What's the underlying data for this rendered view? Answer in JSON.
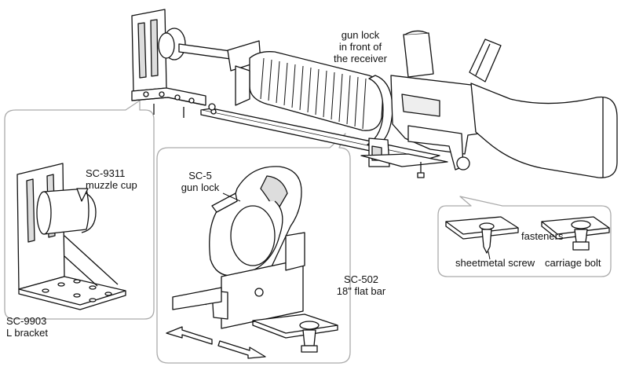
{
  "labels": {
    "gun_lock_line1": "gun lock",
    "gun_lock_line2": "in front of",
    "gun_lock_line3": "the receiver",
    "muzzle_cup_code": "SC-9311",
    "muzzle_cup_name": "muzzle cup",
    "gun_lock_code": "SC-5",
    "gun_lock_name": "gun lock",
    "bracket_code": "SC-9903",
    "bracket_name": "L bracket",
    "flat_bar_code": "SC-502",
    "flat_bar_name": "18\" flat bar",
    "fasteners": "fasteners",
    "sheetmetal_screw": "sheetmetal screw",
    "carriage_bolt": "carriage bolt"
  },
  "colors": {
    "line": "#111111",
    "callout_border": "#aaaaaa",
    "fill": "#ffffff",
    "shade": "#d9d9d9"
  }
}
